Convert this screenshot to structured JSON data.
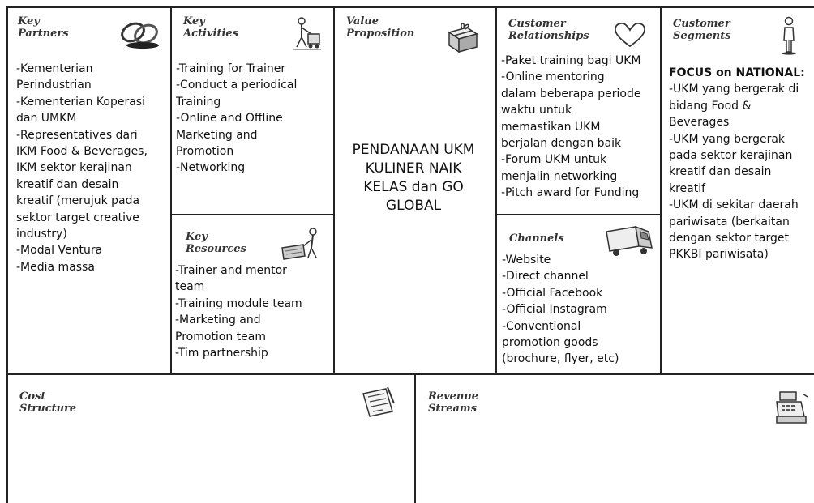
{
  "canvas": {
    "key_partners": {
      "title_lines": [
        "Key",
        "Partners"
      ],
      "icon": "chain-links-icon",
      "lines": [
        "-Kementerian",
        "Perindustrian",
        "-Kementerian Koperasi",
        "dan UMKM",
        "-Representatives dari",
        "IKM Food & Beverages,",
        "IKM sektor kerajinan",
        "kreatif dan desain",
        "kreatif (merujuk pada",
        "sektor target creative",
        "industry)",
        "-Modal Ventura",
        "-Media massa"
      ]
    },
    "key_activities": {
      "title_lines": [
        "Key",
        "Activities"
      ],
      "icon": "worker-with-cart-icon",
      "lines": [
        "-Training for Trainer",
        "-Conduct a periodical",
        "Training",
        "-Online and Offline",
        "Marketing and",
        "Promotion",
        "-Networking"
      ]
    },
    "key_resources": {
      "title_lines": [
        "Key",
        "Resources"
      ],
      "icon": "worker-with-crate-icon",
      "lines": [
        "-Trainer and mentor",
        "team",
        "-Training module team",
        "-Marketing and",
        "Promotion team",
        "-Tim partnership"
      ]
    },
    "value_proposition": {
      "title_lines": [
        "Value",
        "Proposition"
      ],
      "icon": "gift-box-icon",
      "lines": [
        "PENDANAAN UKM",
        "KULINER NAIK",
        "KELAS dan GO",
        "GLOBAL"
      ]
    },
    "customer_relationships": {
      "title_lines": [
        "Customer",
        "Relationships"
      ],
      "icon": "heart-icon",
      "lines": [
        "-Paket training bagi UKM",
        "-Online mentoring",
        "dalam beberapa periode",
        "waktu untuk",
        "memastikan UKM",
        "berjalan dengan baik",
        "-Forum UKM untuk",
        "menjalin networking",
        "-Pitch award for Funding"
      ]
    },
    "channels": {
      "title_lines": [
        "Channels"
      ],
      "icon": "delivery-truck-icon",
      "lines": [
        "-Website",
        "-Direct channel",
        "-Official Facebook",
        "-Official Instagram",
        "-Conventional",
        "promotion goods",
        "(brochure, flyer, etc)"
      ]
    },
    "customer_segments": {
      "title_lines": [
        "Customer",
        "Segments"
      ],
      "icon": "person-icon",
      "focus_label": "FOCUS on NATIONAL:",
      "lines": [
        "-UKM yang bergerak di",
        "bidang Food &",
        "Beverages",
        "-UKM yang bergerak",
        "pada sektor kerajinan",
        "kreatif dan desain",
        "kreatif",
        "-UKM di sekitar daerah",
        "pariwisata (berkaitan",
        "dengan sektor target",
        "PKKBI pariwisata)"
      ]
    },
    "cost_structure": {
      "title_lines": [
        "Cost",
        "Structure"
      ],
      "icon": "receipt-icon"
    },
    "revenue_streams": {
      "title_lines": [
        "Revenue",
        "Streams"
      ],
      "icon": "cash-register-icon"
    }
  },
  "colors": {
    "line": "#222222",
    "heading": "#333333",
    "text": "#111111",
    "background": "#ffffff"
  }
}
